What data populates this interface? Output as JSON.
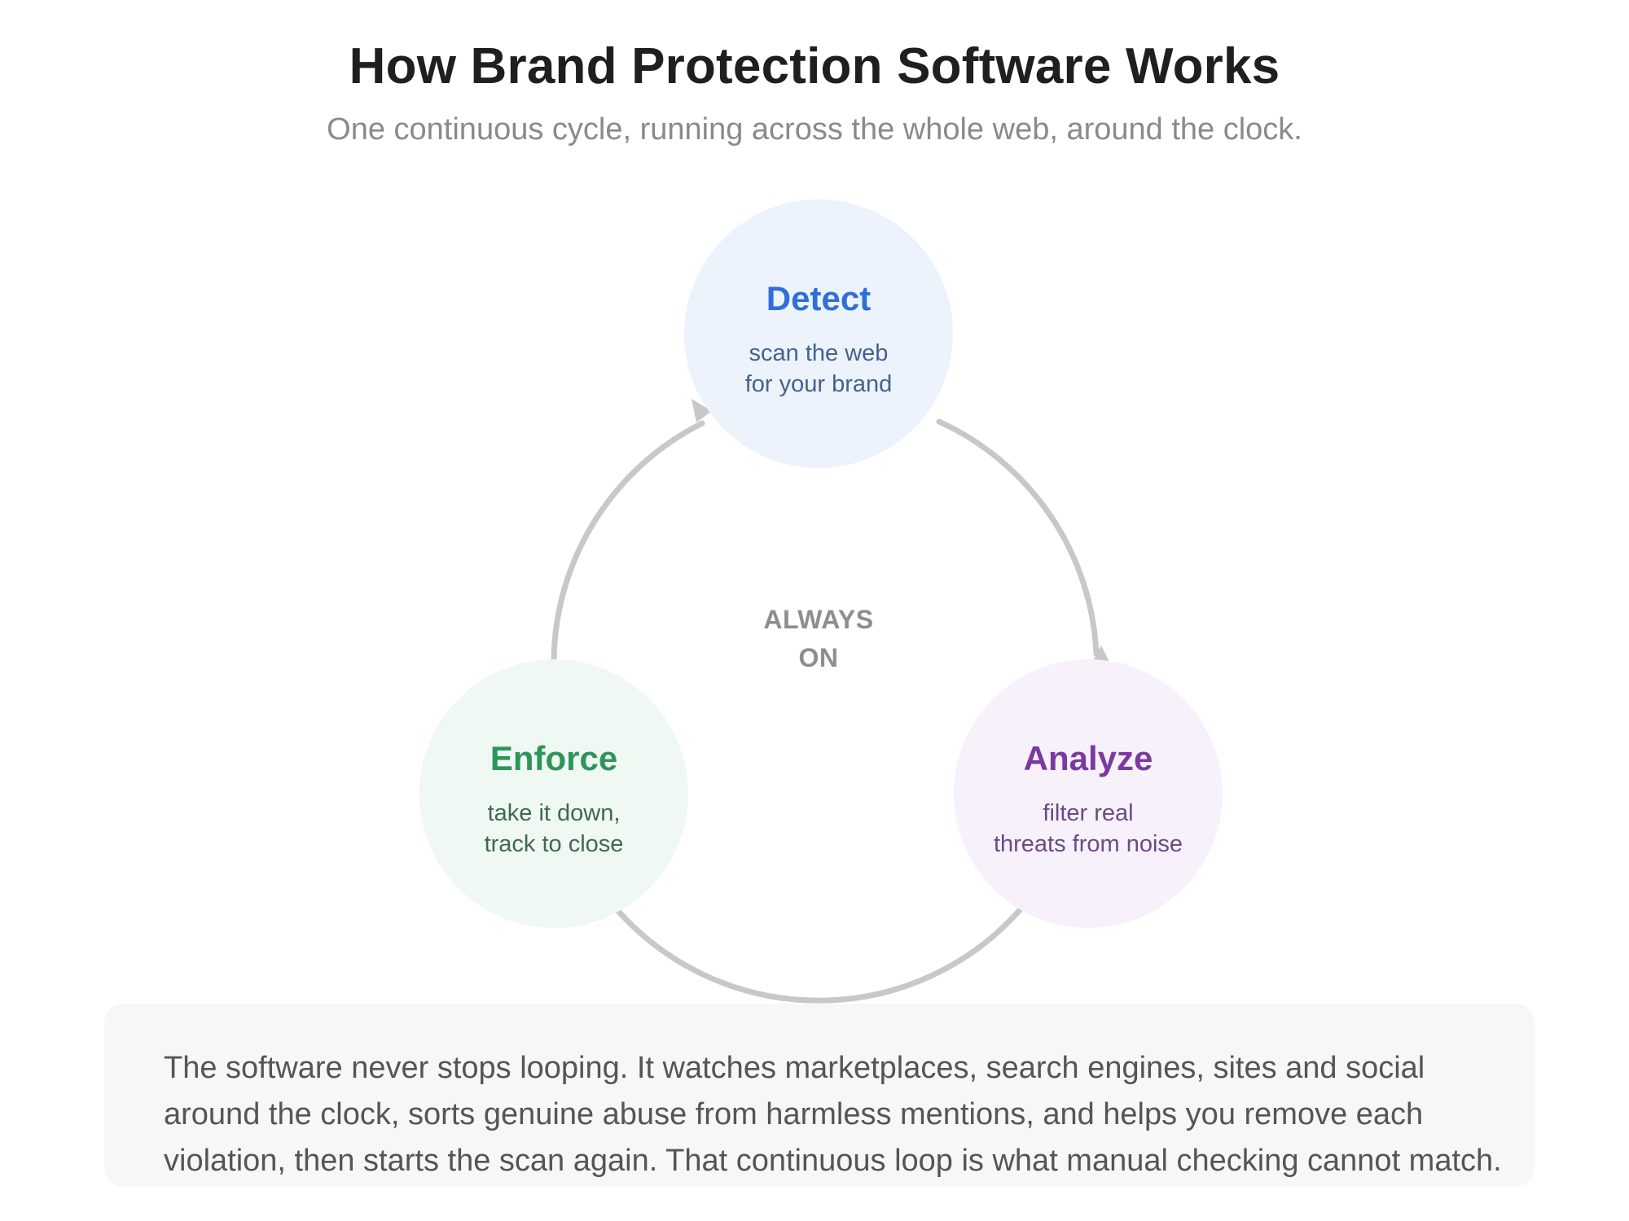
{
  "title": "How Brand Protection Software Works",
  "subtitle": "One continuous cycle, running across the whole web, around the clock.",
  "center_label": {
    "line1": "ALWAYS",
    "line2": "ON"
  },
  "nodes": {
    "detect": {
      "name": "Detect",
      "desc_line1": "scan the web",
      "desc_line2": "for your brand",
      "color": "#2f6fd8",
      "fill": "#edf3fc"
    },
    "analyze": {
      "name": "Analyze",
      "desc_line1": "filter real",
      "desc_line2": "threats from noise",
      "color": "#7a3aa2",
      "fill": "#f7f1fb"
    },
    "enforce": {
      "name": "Enforce",
      "desc_line1": "take it down,",
      "desc_line2": "track to close",
      "color": "#2e9559",
      "fill": "#eff8f2"
    }
  },
  "cycle": {
    "arrow_color": "#c8c8c8",
    "order": [
      "Detect",
      "Analyze",
      "Enforce"
    ]
  },
  "summary": {
    "line1": "The software never stops looping. It watches marketplaces, search engines, sites and social",
    "line2": "around the clock, sorts genuine abuse from harmless mentions, and helps you remove each",
    "line3": "violation, then starts the scan again. That continuous loop is what manual checking cannot match."
  }
}
